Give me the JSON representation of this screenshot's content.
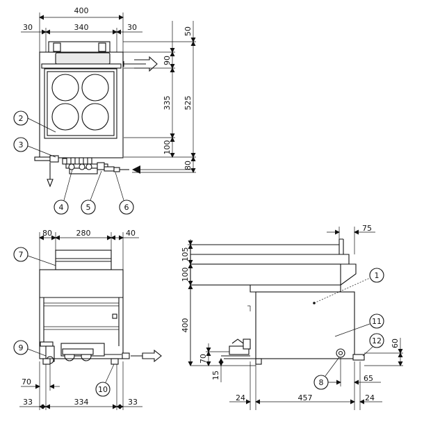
{
  "top_view": {
    "dims": {
      "overall_width": "400",
      "left_margin": "30",
      "inner_width": "340",
      "right_margin": "30",
      "right_50": "50",
      "right_90": "90",
      "right_335": "335",
      "right_525": "525",
      "right_100": "100",
      "right_80": "80"
    },
    "callouts": [
      "2",
      "3",
      "4",
      "5",
      "6"
    ]
  },
  "front_view": {
    "dims": {
      "top_80": "80",
      "top_280": "280",
      "top_40": "40",
      "bottom_70": "70",
      "bottom_33_left": "33",
      "bottom_334": "334",
      "bottom_33_right": "33"
    },
    "callouts": [
      "7",
      "9",
      "10"
    ]
  },
  "side_view": {
    "dims": {
      "top_75": "75",
      "left_105": "105",
      "left_100": "100",
      "left_400": "400",
      "left_70": "70",
      "left_15": "15",
      "bottom_24_left": "24",
      "bottom_457": "457",
      "bottom_24_right": "24",
      "right_65": "65",
      "right_60": "60"
    },
    "callouts": [
      "1",
      "8",
      "11",
      "12"
    ]
  }
}
